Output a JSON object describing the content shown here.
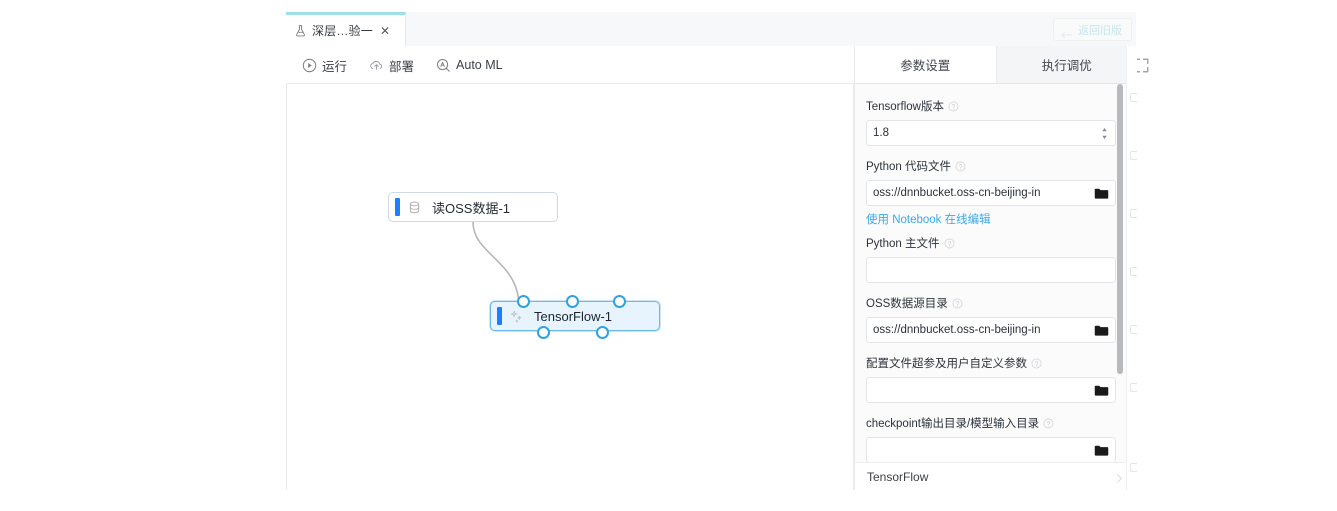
{
  "tab": {
    "label": "深层…验一",
    "icon": "flask-icon",
    "close": "✕"
  },
  "legacy_button": {
    "label": "返回旧版",
    "icon": "back-arrow-icon"
  },
  "toolbar": {
    "items": [
      {
        "label": "运行",
        "icon": "play-circle-icon"
      },
      {
        "label": "部署",
        "icon": "cloud-upload-icon"
      },
      {
        "label": "Auto ML",
        "icon": "auto-ml-search-icon"
      }
    ],
    "tools": [
      {
        "name": "zoom-in-icon"
      },
      {
        "name": "zoom-out-icon"
      },
      {
        "name": "globe-icon"
      },
      {
        "name": "auto-layout-icon"
      },
      {
        "name": "fit-width-icon"
      },
      {
        "name": "select-all-icon"
      },
      {
        "name": "fullscreen-icon"
      }
    ]
  },
  "canvas": {
    "nodes": [
      {
        "id": "oss",
        "label": "读OSS数据-1",
        "icon": "database-icon",
        "selected": false
      },
      {
        "id": "tf",
        "label": "TensorFlow-1",
        "icon": "sparkle-icon",
        "selected": true
      }
    ]
  },
  "panel": {
    "tabs": [
      {
        "label": "参数设置",
        "active": true
      },
      {
        "label": "执行调优",
        "active": false
      }
    ],
    "fields": [
      {
        "label": "Tensorflow版本",
        "value": "1.8",
        "placeholder": "",
        "control": "select",
        "help": true
      },
      {
        "label": "Python 代码文件",
        "value": "oss://dnnbucket.oss-cn-beijing-in",
        "placeholder": "",
        "control": "file",
        "help": true,
        "sublink": "使用 Notebook 在线编辑"
      },
      {
        "label": "Python 主文件",
        "value": "",
        "placeholder": "",
        "control": "text",
        "help": true
      },
      {
        "label": "OSS数据源目录",
        "value": "oss://dnnbucket.oss-cn-beijing-in",
        "placeholder": "",
        "control": "file",
        "help": true
      },
      {
        "label": "配置文件超参及用户自定义参数",
        "value": "",
        "placeholder": "",
        "control": "file",
        "help": true
      },
      {
        "label": "checkpoint输出目录/模型输入目录",
        "value": "",
        "placeholder": "",
        "control": "file",
        "help": true
      }
    ],
    "footer": {
      "label": "TensorFlow",
      "chevron": "chevron-right-icon"
    }
  },
  "colors": {
    "accent_blue": "#1e7fff",
    "port_blue": "#2ea3e0",
    "link_blue": "#3ba9e8",
    "tab_top": "#9fe0e8",
    "node_selected_bg": "#e8f4fd"
  }
}
